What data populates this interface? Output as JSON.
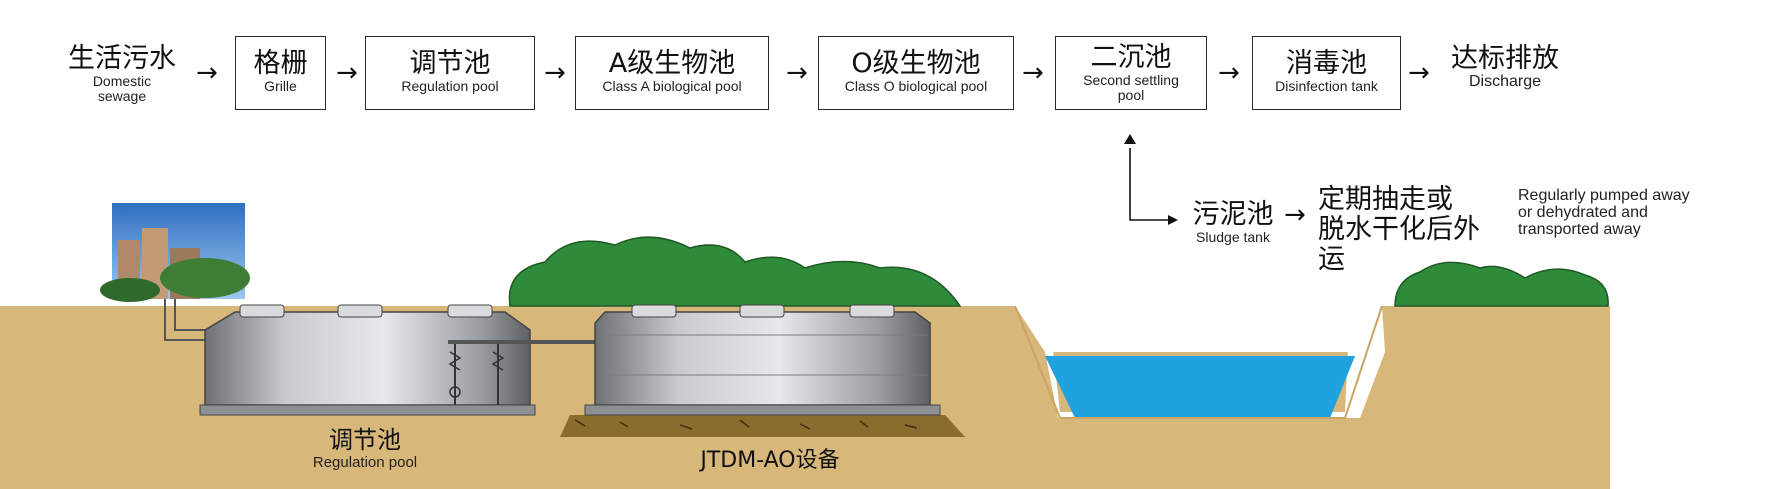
{
  "flow": {
    "source": {
      "zh": "生活污水",
      "en_line1": "Domestic",
      "en_line2": "sewage"
    },
    "steps": [
      {
        "zh": "格栅",
        "en": "Grille"
      },
      {
        "zh": "调节池",
        "en": "Regulation pool"
      },
      {
        "zh": "A级生物池",
        "en": "Class A biological pool"
      },
      {
        "zh": "O级生物池",
        "en": "Class O biological pool"
      },
      {
        "zh": "二沉池",
        "en_line1": "Second settling",
        "en_line2": "pool"
      },
      {
        "zh": "消毒池",
        "en": "Disinfection tank"
      }
    ],
    "sink": {
      "zh": "达标排放",
      "en": "Discharge"
    },
    "arrow_glyph": "→"
  },
  "sludge": {
    "zh": "污泥池",
    "en": "Sludge tank",
    "disposal_zh_line1": "定期抽走或",
    "disposal_zh_line2": "脱水干化后外运",
    "disposal_en_line1": "Regularly pumped away",
    "disposal_en_line2": "or dehydrated and",
    "disposal_en_line3": "transported away"
  },
  "scene": {
    "regulation_zh": "调节池",
    "regulation_en": "Regulation pool",
    "equipment_label": "JTDM-AO设备"
  },
  "colors": {
    "ground": "#d8b77a",
    "water": "#1fa2df",
    "foliage": "#2f8a3a",
    "tank": "#b9bcbf",
    "bedding": "#8a6c2e"
  }
}
